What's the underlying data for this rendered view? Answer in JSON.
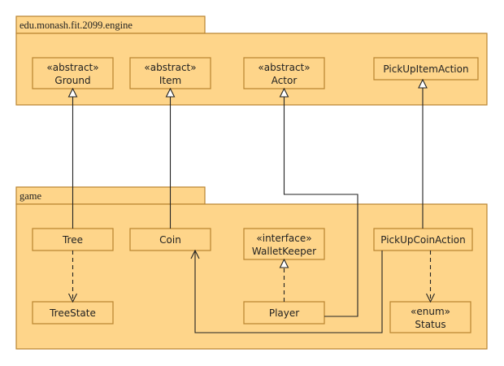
{
  "packages": {
    "engine": {
      "label": "edu.monash.fit.2099.engine"
    },
    "game": {
      "label": "game"
    }
  },
  "classes": {
    "ground": {
      "stereotype": "«abstract»",
      "name": "Ground"
    },
    "item": {
      "stereotype": "«abstract»",
      "name": "Item"
    },
    "actor": {
      "stereotype": "«abstract»",
      "name": "Actor"
    },
    "pickUpItemAction": {
      "name": "PickUpItemAction"
    },
    "tree": {
      "name": "Tree"
    },
    "coin": {
      "name": "Coin"
    },
    "walletKeeper": {
      "stereotype": "«interface»",
      "name": "WalletKeeper"
    },
    "pickUpCoinAction": {
      "name": "PickUpCoinAction"
    },
    "treeState": {
      "name": "TreeState"
    },
    "player": {
      "name": "Player"
    },
    "status": {
      "stereotype": "«enum»",
      "name": "Status"
    }
  },
  "relations": [
    {
      "from": "tree",
      "to": "ground",
      "kind": "generalization"
    },
    {
      "from": "coin",
      "to": "item",
      "kind": "generalization"
    },
    {
      "from": "player",
      "to": "actor",
      "kind": "generalization"
    },
    {
      "from": "pickUpCoinAction",
      "to": "pickUpItemAction",
      "kind": "generalization"
    },
    {
      "from": "player",
      "to": "walletKeeper",
      "kind": "realization"
    },
    {
      "from": "tree",
      "to": "treeState",
      "kind": "dependency"
    },
    {
      "from": "pickUpCoinAction",
      "to": "status",
      "kind": "dependency"
    },
    {
      "from": "pickUpCoinAction",
      "to": "coin",
      "kind": "association"
    }
  ],
  "colors": {
    "fill": "#fed58a",
    "border": "#b9832f",
    "line": "#222222"
  }
}
